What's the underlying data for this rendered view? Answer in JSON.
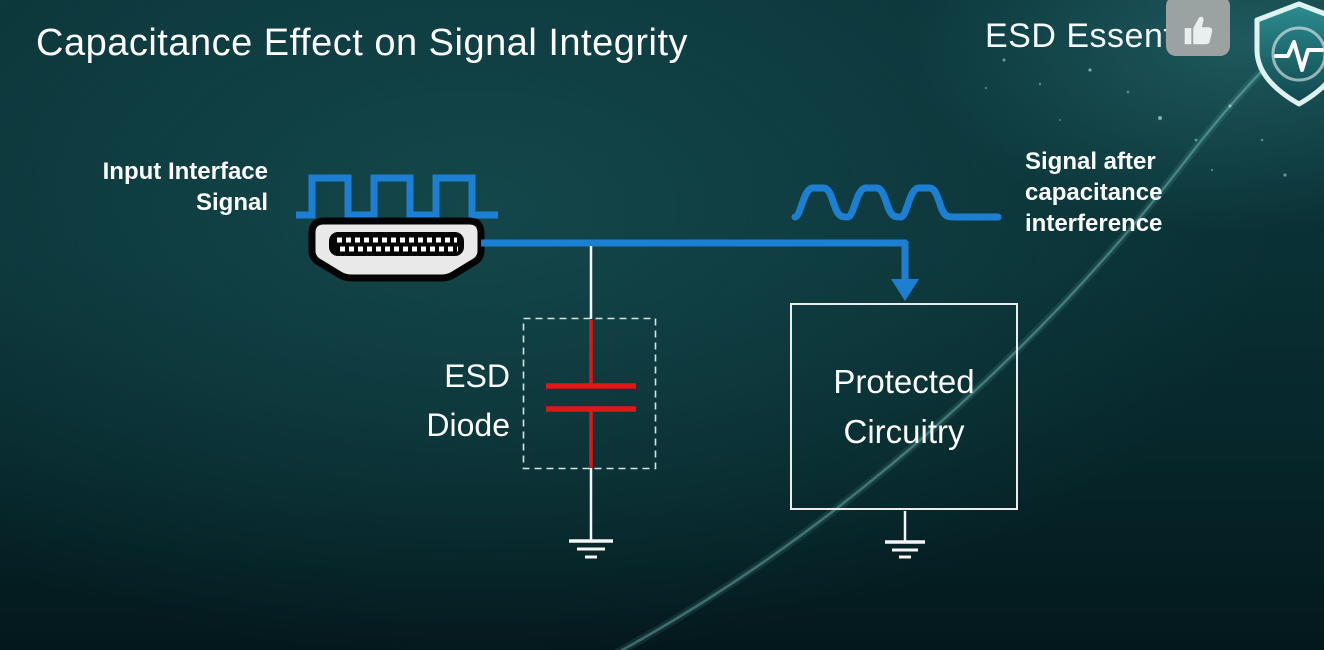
{
  "header": {
    "title": "Capacitance Effect on Signal Integrity",
    "brand": "ESD Essentials"
  },
  "labels": {
    "input_signal": {
      "line1": "Input Interface",
      "line2": "Signal"
    },
    "output_signal": {
      "line1": "Signal after",
      "line2": "capacitance",
      "line3": "interference"
    },
    "esd_diode": {
      "line1": "ESD",
      "line2": "Diode"
    },
    "protected_circuitry": {
      "line1": "Protected",
      "line2": "Circuitry"
    }
  },
  "icons": {
    "brand_badge": "shield-pulse-icon",
    "overlay_button": "thumbs-up-icon",
    "connector": "hdmi-connector-icon",
    "clean_wave": "square-wave-icon",
    "distorted_wave": "rounded-wave-icon",
    "capacitor": "esd-diode-capacitor-symbol",
    "ground": "ground-symbol-icon"
  },
  "colors": {
    "signal_blue": "#1d7fd2",
    "diode_red": "#e01717",
    "wire_white": "#f5f5f5",
    "background_teal": "#0a3034",
    "background_deep": "#03181c",
    "shield_teal": "#1d6a6f"
  }
}
